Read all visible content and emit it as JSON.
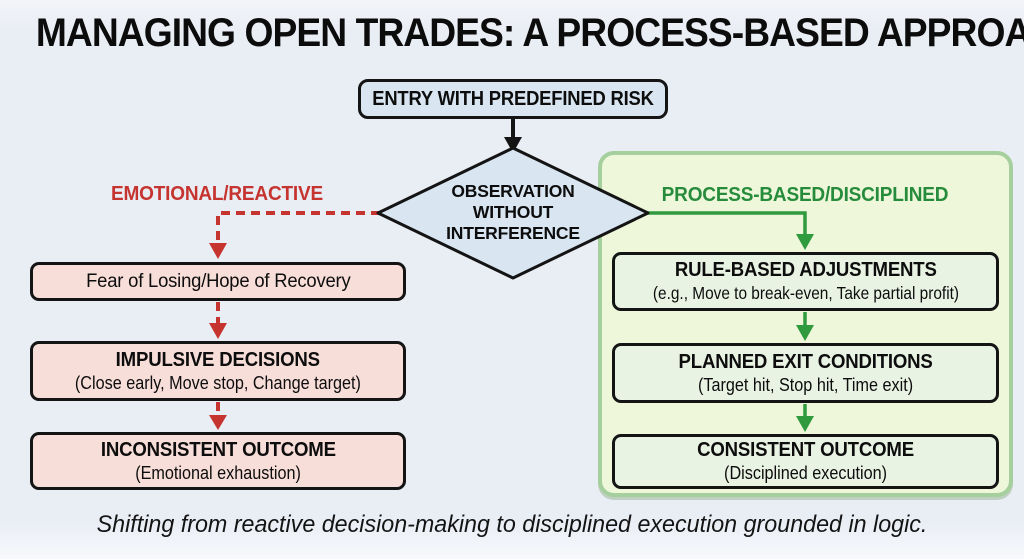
{
  "title": "MANAGING OPEN TRADES: A PROCESS-BASED APPROACH",
  "flow": {
    "entry_label": "ENTRY WITH PREDEFINED RISK",
    "decision": {
      "lines": [
        "OBSERVATION",
        "WITHOUT",
        "INTERFERENCE"
      ]
    },
    "left_branch": {
      "label": "EMOTIONAL/REACTIVE",
      "boxes": [
        {
          "title": "Fear of Losing/Hope of Recovery",
          "subtitle": ""
        },
        {
          "title": "IMPULSIVE DECISIONS",
          "subtitle": "(Close early, Move stop, Change target)"
        },
        {
          "title": "INCONSISTENT OUTCOME",
          "subtitle": "(Emotional exhaustion)"
        }
      ]
    },
    "right_branch": {
      "label": "PROCESS-BASED/DISCIPLINED",
      "boxes": [
        {
          "title": "RULE-BASED ADJUSTMENTS",
          "subtitle": "(e.g., Move to break-even, Take partial profit)"
        },
        {
          "title": "PLANNED EXIT CONDITIONS",
          "subtitle": "(Target hit, Stop hit, Time exit)"
        },
        {
          "title": "CONSISTENT OUTCOME",
          "subtitle": "(Disciplined execution)"
        }
      ]
    }
  },
  "caption": "Shifting from reactive decision-making to disciplined execution grounded in logic.",
  "colors": {
    "background": "#e9edf4",
    "blue_fill": "#d9e6f2",
    "box_border": "#141414",
    "red": "#c63430",
    "pink_fill": "#f8ded9",
    "green": "#2f9a3e",
    "green_text": "#268c3b",
    "panel_fill": "#eef7da",
    "panel_border": "#a5cf9c",
    "green_box_fill": "#e9f3e4"
  }
}
